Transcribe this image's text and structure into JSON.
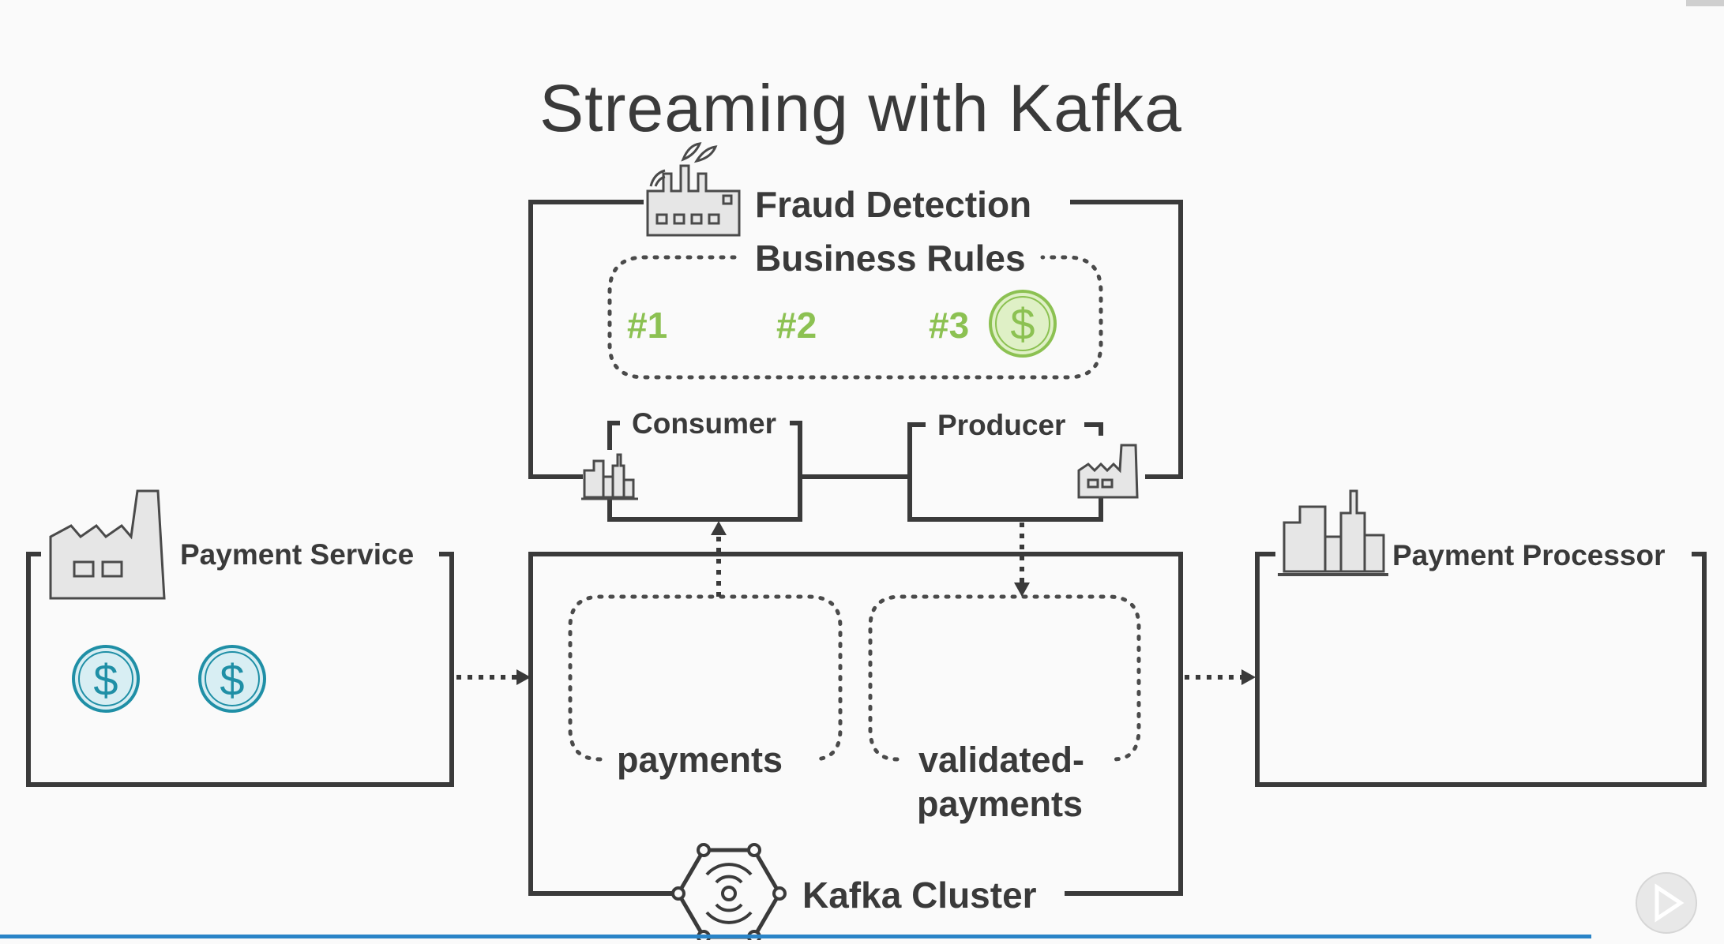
{
  "title": "Streaming with Kafka",
  "fraud_detection": {
    "label": "Fraud Detection",
    "business_rules_label": "Business Rules",
    "rules": [
      "#1",
      "#2",
      "#3"
    ],
    "consumer_label": "Consumer",
    "producer_label": "Producer"
  },
  "payment_service": {
    "label": "Payment Service",
    "currency_symbol": "$"
  },
  "payment_processor": {
    "label": "Payment Processor"
  },
  "kafka": {
    "cluster_label": "Kafka Cluster",
    "topic_payments": "payments",
    "topic_validated_line1": "validated-",
    "topic_validated_line2": "payments"
  },
  "colors": {
    "rule_green": "#8cc152",
    "dollar_blue": "#1f8fa6",
    "progress_blue": "#2a84c7"
  },
  "icons": [
    "factory-icon",
    "dollar-coin-icon",
    "city-buildings-icon",
    "kafka-hexagon-icon",
    "play-button-icon"
  ]
}
